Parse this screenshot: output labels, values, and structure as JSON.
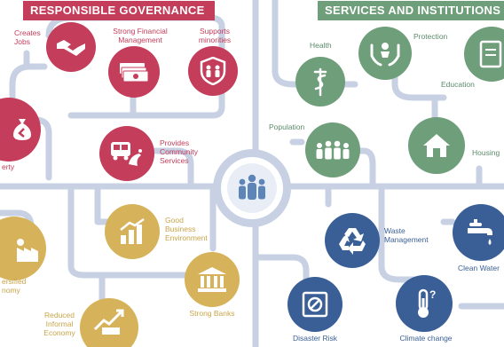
{
  "banners": {
    "left": "RESPONSIBLE GOVERNANCE",
    "right": "SERVICES AND INSTITUTIONS"
  },
  "labels": {
    "creates_jobs": "Creates\nJobs",
    "strong_financial": "Strong Financial\nManagement",
    "supports_minorities": "Supports\nminorities",
    "reduces_poverty": "uces\nerty",
    "community_services": "Provides\nCommunity\nServices",
    "health": "Health",
    "protection": "Protection",
    "education": "Education",
    "population": "Population",
    "housing": "Housing",
    "good_business": "Good\nBusiness\nEnvironment",
    "diversified_economy": "ersified\nnomy",
    "strong_banks": "Strong Banks",
    "reduced_informal": "Reduced\nInformal\nEconomy",
    "waste_management": "Waste\nManagement",
    "clean_water": "Clean Water",
    "disaster_risk": "Disaster Risk",
    "climate_change": "Climate change"
  },
  "colors": {
    "governance": "#c43d5a",
    "services": "#5b8a6a",
    "economy": "#c9a54a",
    "environment": "#3a5f96",
    "connector": "#c7d1e3"
  },
  "icons": {
    "center": "people-group-icon",
    "creates_jobs": "handshake-icon",
    "strong_financial": "money-stack-icon",
    "supports_minorities": "shield-people-icon",
    "reduces_poverty": "money-bag-icon",
    "community_services": "bus-icon",
    "health": "caduceus-icon",
    "protection": "hands-person-icon",
    "education": "book-icon",
    "population": "crowd-icon",
    "housing": "house-icon",
    "good_business": "bar-chart-icon",
    "diversified_economy": "factory-icon",
    "strong_banks": "bank-icon",
    "reduced_informal": "growth-chart-icon",
    "waste_management": "recycle-icon",
    "clean_water": "faucet-icon",
    "disaster_risk": "fire-extinguisher-icon",
    "climate_change": "thermometer-icon"
  }
}
